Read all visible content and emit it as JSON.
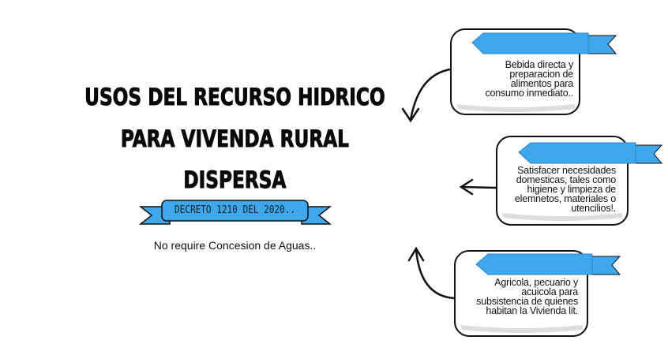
{
  "title": {
    "lines": [
      "USOS DEL RECURSO HIDRICO",
      "PARA VIVENDA RURAL",
      "DISPERSA"
    ]
  },
  "decree_ribbon": {
    "label": "DECRETO 1210 DEL 2020.."
  },
  "subtitle": "No require Concesion de Aguas..",
  "cards": [
    {
      "text": "Bebida directa y preparacion de alimentos para consumo inmediato.."
    },
    {
      "text": "Satisfacer necesidades domesticas, tales como higiene y limpieza de elemnetos, materiales o utencilios!."
    },
    {
      "text": "Agricola, pecuario y acuicola para subsistencia de quienes habitan la Vivienda lit."
    }
  ],
  "colors": {
    "ribbon": "#3fa7ec",
    "ribbon_dark": "#2a86c8",
    "ink": "#111111",
    "card_shadow": "#dcdcdc"
  }
}
